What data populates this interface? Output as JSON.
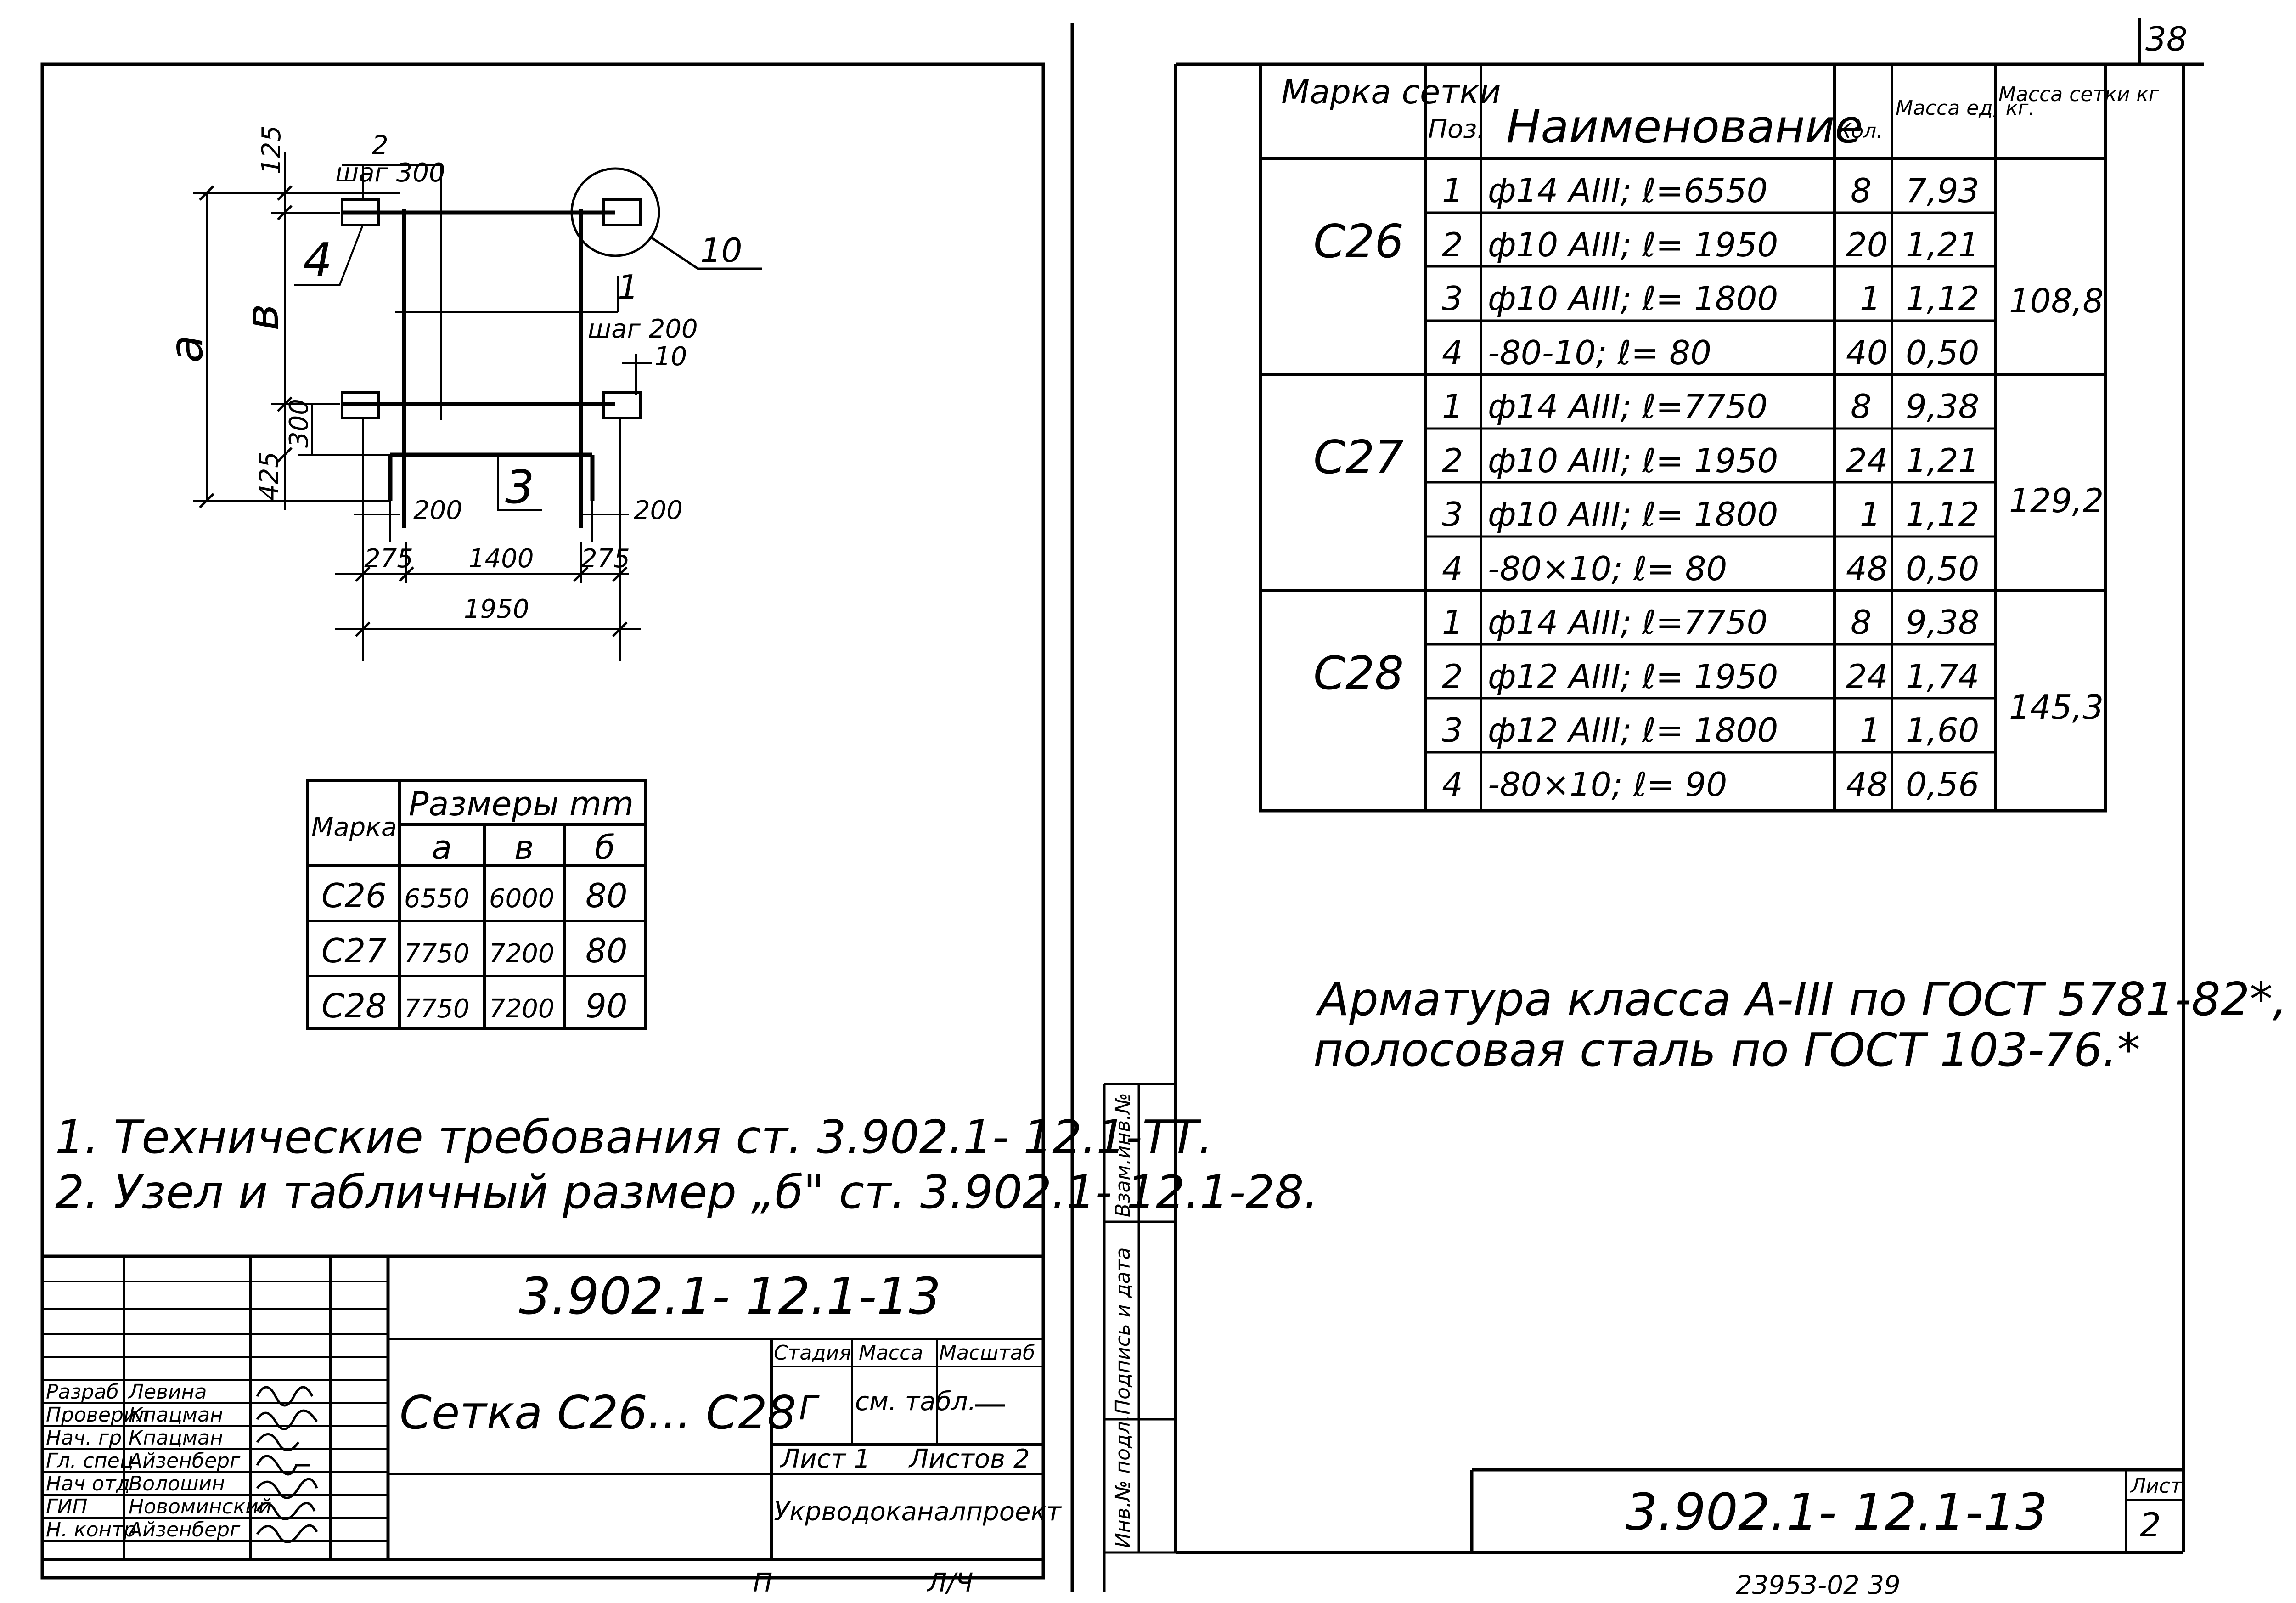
{
  "page_number": "38",
  "left_sheet": {
    "drawing": {
      "dims": {
        "d125": "125",
        "pos2": "2",
        "step300": "шаг 300",
        "pos4": "4",
        "pos10": "10",
        "pos1": "1",
        "step200": "шаг 200",
        "d10": "10",
        "label_a": "а",
        "label_b": "в",
        "d300": "300",
        "d425": "425",
        "d200a": "200",
        "pos3": "3",
        "d200b": "200",
        "d275a": "275",
        "d1400": "1400",
        "d275b": "275",
        "d1950": "1950"
      }
    },
    "size_table": {
      "col_mark": "Марка",
      "col_sizes": "Размеры mm",
      "sub_headers": [
        "а",
        "в",
        "б"
      ],
      "rows": [
        [
          "С26",
          "6550",
          "6000",
          "80"
        ],
        [
          "С27",
          "7750",
          "7200",
          "80"
        ],
        [
          "С28",
          "7750",
          "7200",
          "90"
        ]
      ]
    },
    "notes": [
      "1. Технические требования ст. 3.902.1- 12.1-ТТ.",
      "2. Узел и табличный размер „б\" ст. 3.902.1- 12.1-28."
    ],
    "title_block": {
      "code": "3.902.1- 12.1-13",
      "title": "Сетка С26... С28",
      "stage_label": "Стадия",
      "mass_label": "Масса",
      "scale_label": "Масштаб",
      "stage_value": "Г",
      "mass_value": "см. табл.",
      "scale_value": "—",
      "sheet_label": "Лист 1",
      "sheets_label": "Листов 2",
      "org": "Укрводоканалпроект",
      "roles": [
        {
          "role": "Разраб",
          "name": "Левина"
        },
        {
          "role": "Проверил",
          "name": "Кпацман"
        },
        {
          "role": "Нач. гр",
          "name": "Кпацман"
        },
        {
          "role": "Гл. спец",
          "name": "Айзенберг"
        },
        {
          "role": "Нач отд",
          "name": "Волошин"
        },
        {
          "role": "ГИП",
          "name": "Новоминский"
        },
        {
          "role": "Н. контр",
          "name": "Айзенберг"
        }
      ],
      "bottom_marks": [
        "П",
        "Л/Ч"
      ]
    }
  },
  "right_sheet": {
    "spec_table": {
      "headers": {
        "mark": "Марка сетки",
        "pos": "Поз.",
        "name": "Наименование",
        "qty": "Кол.",
        "unit_mass": "Масса ед, кг.",
        "mesh_mass": "Масса сетки кг"
      },
      "groups": [
        {
          "mark": "С26",
          "mass": "108,8",
          "rows": [
            {
              "pos": "1",
              "name": "ф14 АIII; ℓ=6550",
              "qty": "8",
              "unit": "7,93"
            },
            {
              "pos": "2",
              "name": "ф10 АIII; ℓ= 1950",
              "qty": "20",
              "unit": "1,21"
            },
            {
              "pos": "3",
              "name": "ф10 АIII; ℓ= 1800",
              "qty": "1",
              "unit": "1,12"
            },
            {
              "pos": "4",
              "name": "-80-10; ℓ= 80",
              "qty": "40",
              "unit": "0,50"
            }
          ]
        },
        {
          "mark": "С27",
          "mass": "129,2",
          "rows": [
            {
              "pos": "1",
              "name": "ф14 АIII; ℓ=7750",
              "qty": "8",
              "unit": "9,38"
            },
            {
              "pos": "2",
              "name": "ф10 АIII; ℓ= 1950",
              "qty": "24",
              "unit": "1,21"
            },
            {
              "pos": "3",
              "name": "ф10 АIII; ℓ= 1800",
              "qty": "1",
              "unit": "1,12"
            },
            {
              "pos": "4",
              "name": "-80×10; ℓ= 80",
              "qty": "48",
              "unit": "0,50"
            }
          ]
        },
        {
          "mark": "С28",
          "mass": "145,3",
          "rows": [
            {
              "pos": "1",
              "name": "ф14 АIII; ℓ=7750",
              "qty": "8",
              "unit": "9,38"
            },
            {
              "pos": "2",
              "name": "ф12 АIII; ℓ= 1950",
              "qty": "24",
              "unit": "1,74"
            },
            {
              "pos": "3",
              "name": "ф12 АIII; ℓ= 1800",
              "qty": "1",
              "unit": "1,60"
            },
            {
              "pos": "4",
              "name": "-80×10; ℓ= 90",
              "qty": "48",
              "unit": "0,56"
            }
          ]
        }
      ]
    },
    "note_lines": [
      "Арматура класса А-III по ГОСТ 5781-82*,",
      "полосовая сталь по ГОСТ 103-76.*"
    ],
    "side_stamp": [
      "Инв.№ подл.",
      "Подпись и дата",
      "Взам.инв.№"
    ],
    "footer_code": "3.902.1- 12.1-13",
    "sheet_label": "Лист",
    "sheet_number": "2",
    "archive_number": "23953-02 39"
  }
}
